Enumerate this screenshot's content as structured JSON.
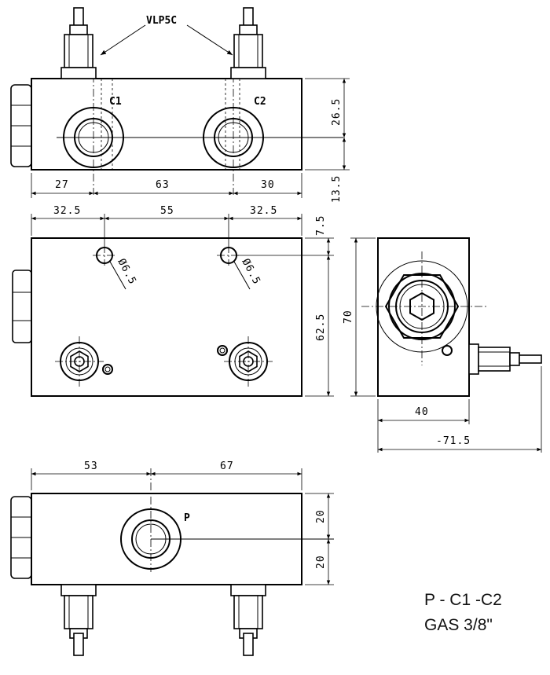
{
  "labels": {
    "valve": "VLP5C",
    "port_c1": "C1",
    "port_c2": "C2",
    "port_p": "P",
    "hole_dia_1": "Ø6.5",
    "hole_dia_2": "Ø6.5"
  },
  "dimensions": {
    "top_width_1": "27",
    "top_width_2": "63",
    "top_width_3": "30",
    "top_height_1": "26.5",
    "top_height_2": "13.5",
    "front_width_1": "32.5",
    "front_width_2": "55",
    "front_width_3": "32.5",
    "front_height_1": "7.5",
    "front_height_2": "62.5",
    "side_height": "70",
    "side_width": "40",
    "side_overall": "-71.5",
    "bottom_width_1": "53",
    "bottom_width_2": "67",
    "bottom_height_1": "20",
    "bottom_height_2": "20"
  },
  "notes": {
    "ports": "P - C1 -C2",
    "thread": "GAS 3/8\""
  }
}
